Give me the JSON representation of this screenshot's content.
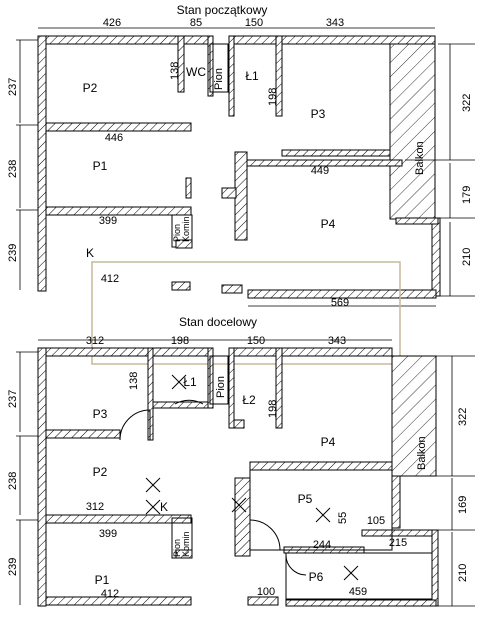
{
  "titles": {
    "current": "Stan początkowy",
    "target": "Stan docelowy"
  },
  "current": {
    "rooms": {
      "p2": "P2",
      "p1": "P1",
      "k": "K",
      "wc": "WC",
      "pion": "Pion",
      "l1": "Ł1",
      "p3": "P3",
      "p4": "P4",
      "balkon": "Balkon",
      "pion_komin": "Pion\nKomin"
    },
    "dims": {
      "top_426": "426",
      "top_85": "85",
      "top_150": "150",
      "top_343": "343",
      "left_237": "237",
      "left_238": "238",
      "left_239": "239",
      "d_446": "446",
      "d_399": "399",
      "d_412": "412",
      "d_449": "449",
      "d_569": "569",
      "d_138": "138",
      "d_198": "198",
      "right_322": "322",
      "right_179": "179",
      "right_210": "210"
    }
  },
  "target": {
    "rooms": {
      "p3": "P3",
      "p2": "P2",
      "p1": "P1",
      "k": "K",
      "l1": "Ł1",
      "l2": "Ł2",
      "pion": "Pion",
      "p4": "P4",
      "p5": "P5",
      "p6": "P6",
      "balkon": "Balkon",
      "pion_komin": "Pion\nKomin"
    },
    "dims": {
      "top_312": "312",
      "top_198": "198",
      "top_150": "150",
      "top_343": "343",
      "left_237": "237",
      "left_238": "238",
      "left_239": "239",
      "d_312": "312",
      "d_399": "399",
      "d_412": "412",
      "d_138": "138",
      "d_198": "198",
      "d_55": "55",
      "d_105": "105",
      "d_244": "244",
      "d_215": "215",
      "d_100": "100",
      "d_459": "459",
      "right_322": "322",
      "right_169": "169",
      "right_210": "210"
    }
  }
}
